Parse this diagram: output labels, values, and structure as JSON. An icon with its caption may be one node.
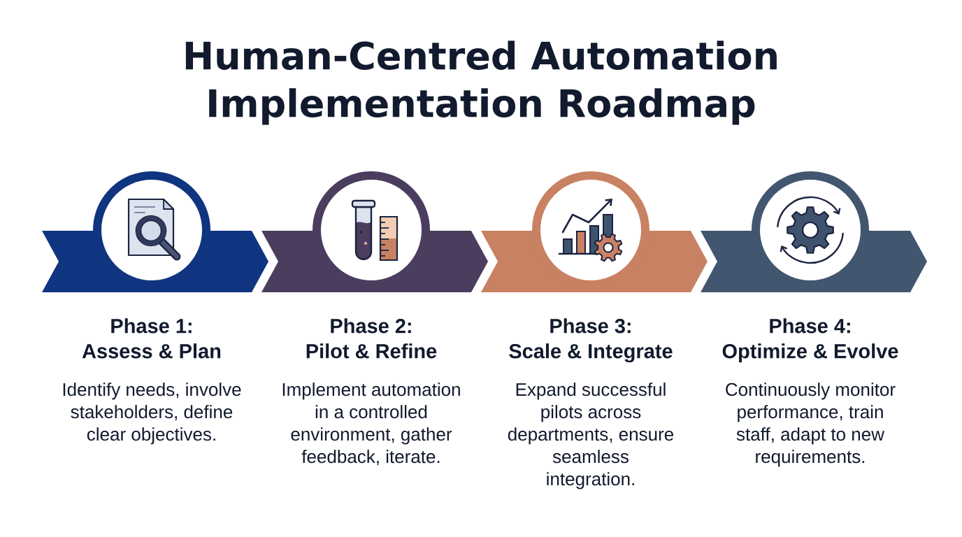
{
  "diagram": {
    "title": "Human-Centred Automation Implementation Roadmap",
    "nodes": [
      {
        "text": [
          "Phase 1: Assess & Plan",
          "Identify needs, involve stakeholders, define clear objectives."
        ]
      },
      {
        "text": [
          "Phase 2: Pilot & Refine",
          "Implement automation in a controlled environment, gather feedback, iterate."
        ]
      },
      {
        "text": [
          "Phase 3: Scale & Integrate",
          "Expand successful pilots across departments, ensure seamless integration."
        ]
      },
      {
        "text": [
          "Phase 4: Optimize & Evolve",
          "Continuously monitor performance, train staff, adapt to new requirements."
        ]
      }
    ]
  }
}
